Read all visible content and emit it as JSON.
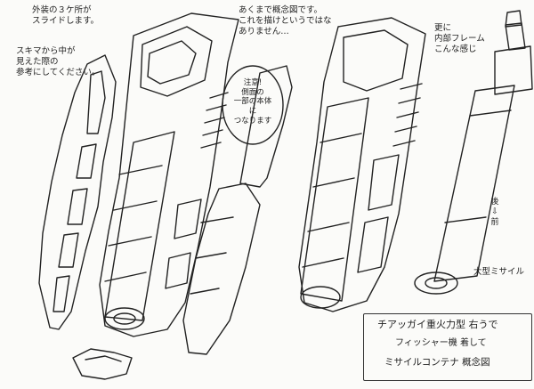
{
  "notes": {
    "outer_three": "外装の３ケ所が\nスライドします。",
    "gap_view": "スキマから中が\n見えた際の\n参考にしてください。",
    "concept_only": "あくまで概念図です。\nこれを描けというではな\nありません…",
    "circled_note": "注意!\n側面の\n一部の本体に\nつなります",
    "inner_frame": "更に\n内部フレーム\nこんな感じ",
    "direction": "後\n⇩\n前",
    "large_missile": "大型ミサイル"
  },
  "title_box": {
    "line1": "チアッガイ重火力型 右うで",
    "line2": "フィッシャー機 着して",
    "line3": "ミサイルコンテナ 概念図"
  },
  "colors": {
    "ink": "#222222",
    "paper": "#fbfbf9"
  }
}
